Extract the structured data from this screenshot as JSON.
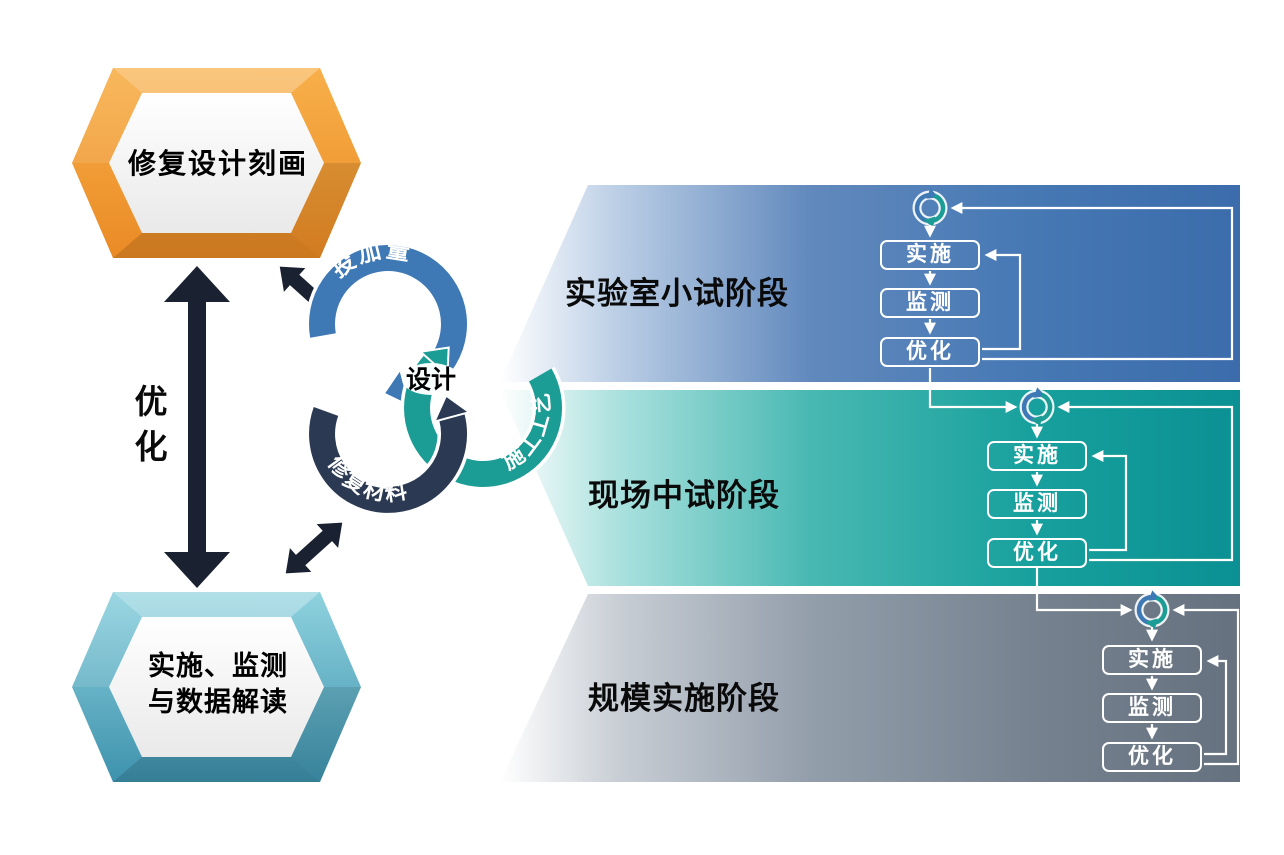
{
  "left_column": {
    "top_hexagon": {
      "label": "修复设计刻画"
    },
    "bottom_hexagon": {
      "label_line1": "实施、监测",
      "label_line2": "与数据解读"
    },
    "optimize_label": "优化"
  },
  "cycle_diagram": {
    "center_label": "设计",
    "ring_labels": {
      "blue": "投加量",
      "teal": "施工工艺",
      "dark": "修复材料"
    },
    "colors": {
      "blue": "#3E78B5",
      "teal": "#1B9C94",
      "dark": "#2B3A52"
    }
  },
  "stages": [
    {
      "label": "实验室小试阶段",
      "steps": [
        "实施",
        "监测",
        "优化"
      ],
      "color": "#4679B4"
    },
    {
      "label": "现场中试阶段",
      "steps": [
        "实施",
        "监测",
        "优化"
      ],
      "color": "#17A09D"
    },
    {
      "label": "规模实施阶段",
      "steps": [
        "实施",
        "监测",
        "优化"
      ],
      "color": "#73808F"
    }
  ]
}
